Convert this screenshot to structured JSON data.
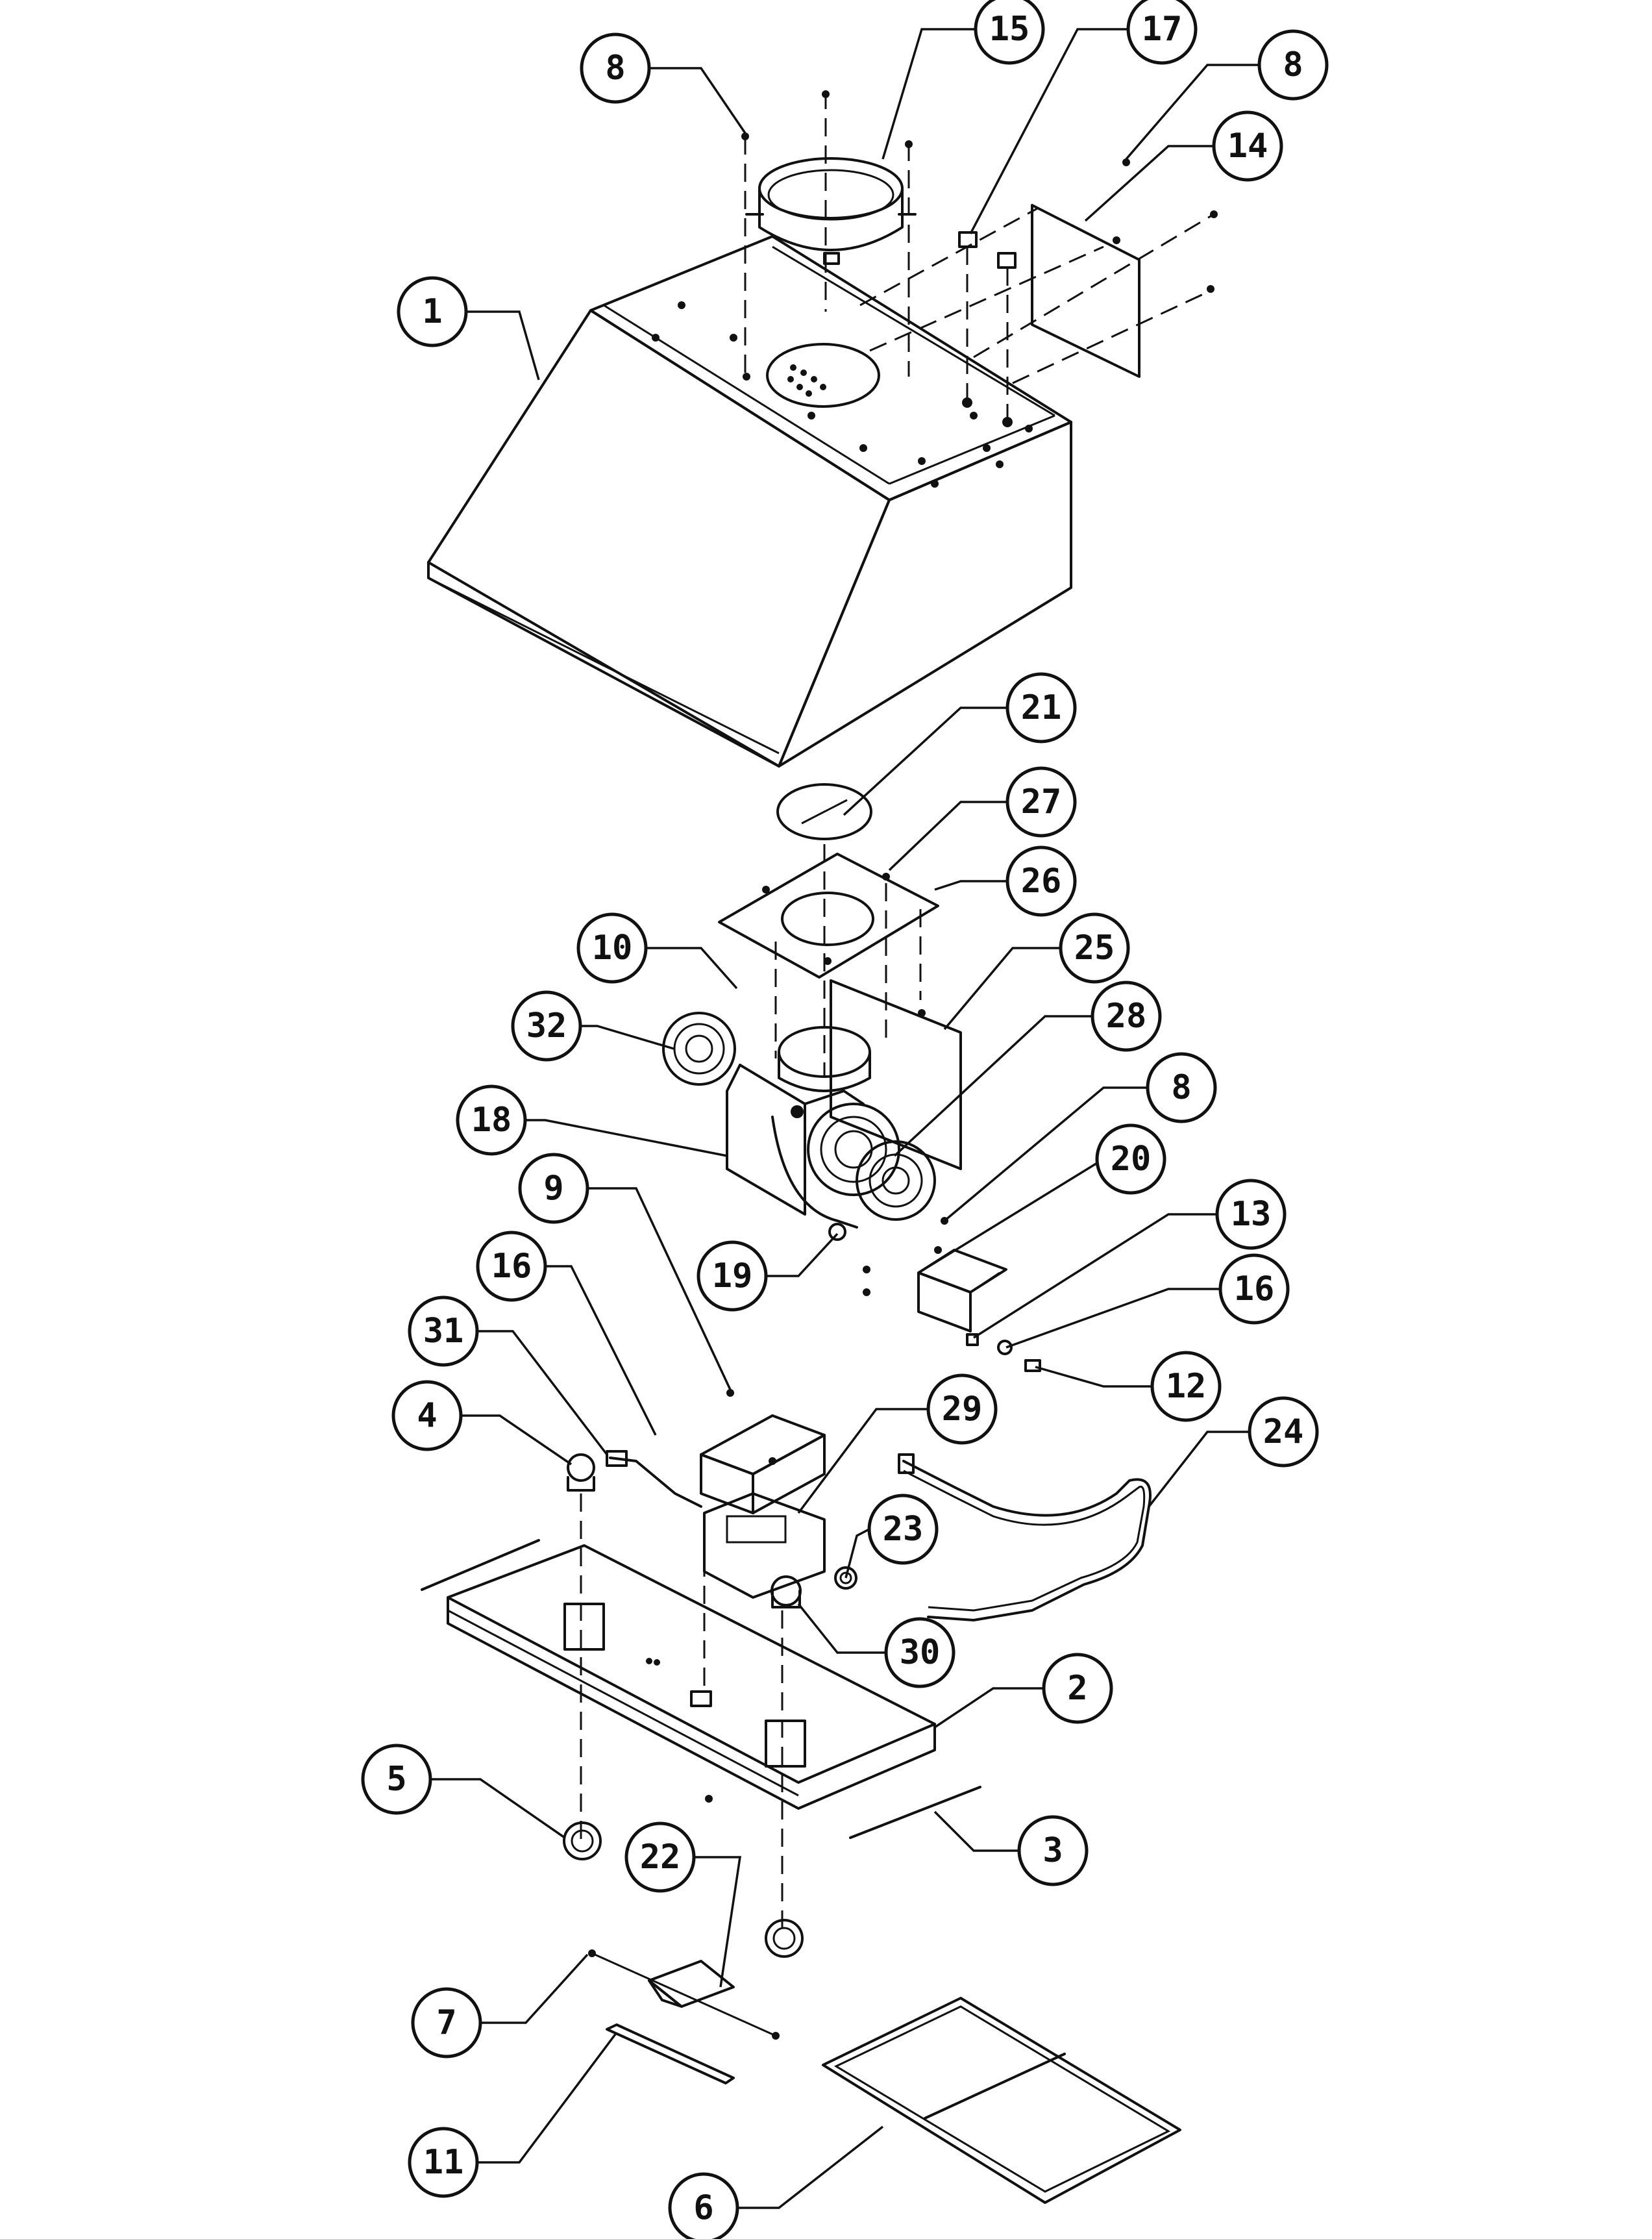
{
  "callouts": [
    {
      "id": "c1",
      "label": "1"
    },
    {
      "id": "c2",
      "label": "2"
    },
    {
      "id": "c3",
      "label": "3"
    },
    {
      "id": "c4",
      "label": "4"
    },
    {
      "id": "c5",
      "label": "5"
    },
    {
      "id": "c6",
      "label": "6"
    },
    {
      "id": "c7",
      "label": "7"
    },
    {
      "id": "c8a",
      "label": "8"
    },
    {
      "id": "c8b",
      "label": "8"
    },
    {
      "id": "c8c",
      "label": "8"
    },
    {
      "id": "c9",
      "label": "9"
    },
    {
      "id": "c10",
      "label": "10"
    },
    {
      "id": "c11",
      "label": "11"
    },
    {
      "id": "c12",
      "label": "12"
    },
    {
      "id": "c13",
      "label": "13"
    },
    {
      "id": "c14",
      "label": "14"
    },
    {
      "id": "c15",
      "label": "15"
    },
    {
      "id": "c16a",
      "label": "16"
    },
    {
      "id": "c16b",
      "label": "16"
    },
    {
      "id": "c17",
      "label": "17"
    },
    {
      "id": "c18",
      "label": "18"
    },
    {
      "id": "c19",
      "label": "19"
    },
    {
      "id": "c20",
      "label": "20"
    },
    {
      "id": "c21",
      "label": "21"
    },
    {
      "id": "c22",
      "label": "22"
    },
    {
      "id": "c23",
      "label": "23"
    },
    {
      "id": "c24",
      "label": "24"
    },
    {
      "id": "c25",
      "label": "25"
    },
    {
      "id": "c26",
      "label": "26"
    },
    {
      "id": "c27",
      "label": "27"
    },
    {
      "id": "c28",
      "label": "28"
    },
    {
      "id": "c29",
      "label": "29"
    },
    {
      "id": "c30",
      "label": "30"
    },
    {
      "id": "c31",
      "label": "31"
    },
    {
      "id": "c32",
      "label": "32"
    }
  ]
}
